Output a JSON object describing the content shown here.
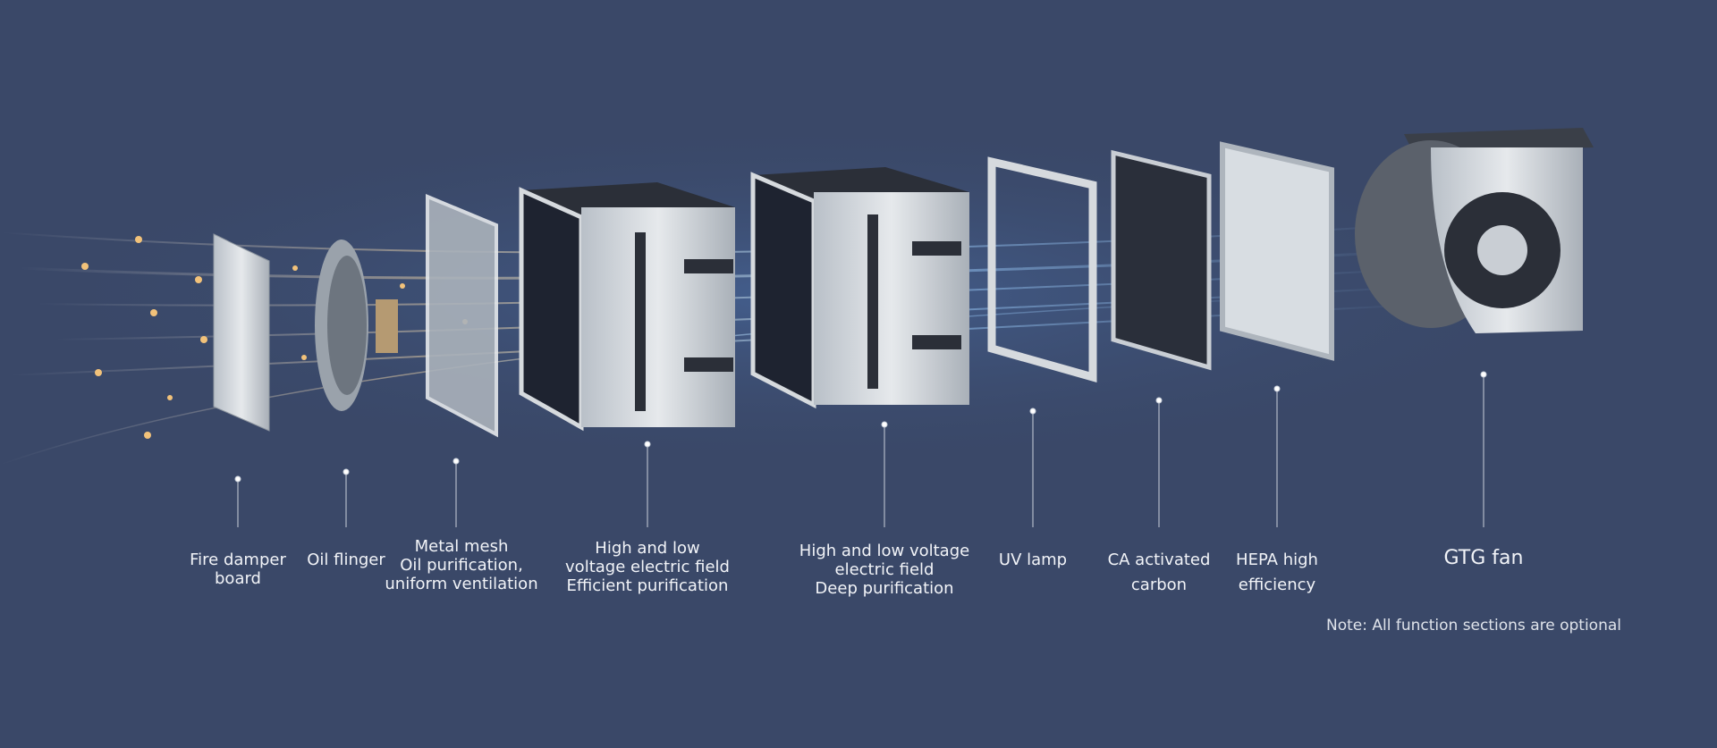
{
  "components": [
    {
      "id": "fire-damper-board",
      "lines": [
        "Fire damper",
        "board"
      ]
    },
    {
      "id": "oil-flinger",
      "lines": [
        "Oil flinger"
      ]
    },
    {
      "id": "metal-mesh",
      "lines": [
        "Metal mesh",
        "Oil purification,",
        "uniform ventilation"
      ]
    },
    {
      "id": "hv-field-efficient",
      "lines": [
        "High and low",
        "voltage electric field",
        "Efficient purification"
      ]
    },
    {
      "id": "hv-field-deep",
      "lines": [
        "High and low voltage",
        "electric field",
        "Deep purification"
      ]
    },
    {
      "id": "uv-lamp",
      "lines": [
        "UV lamp"
      ]
    },
    {
      "id": "ca-activated-carbon",
      "lines": [
        "CA activated",
        "carbon"
      ]
    },
    {
      "id": "hepa-high-efficiency",
      "lines": [
        "HEPA high",
        "efficiency"
      ]
    },
    {
      "id": "gtg-fan",
      "lines": [
        "GTG fan"
      ]
    }
  ],
  "note": "Note: All function sections are optional",
  "colors": {
    "background": "#3a4868",
    "particle": "#f2c27a",
    "airflow": "#9fd0ff"
  }
}
